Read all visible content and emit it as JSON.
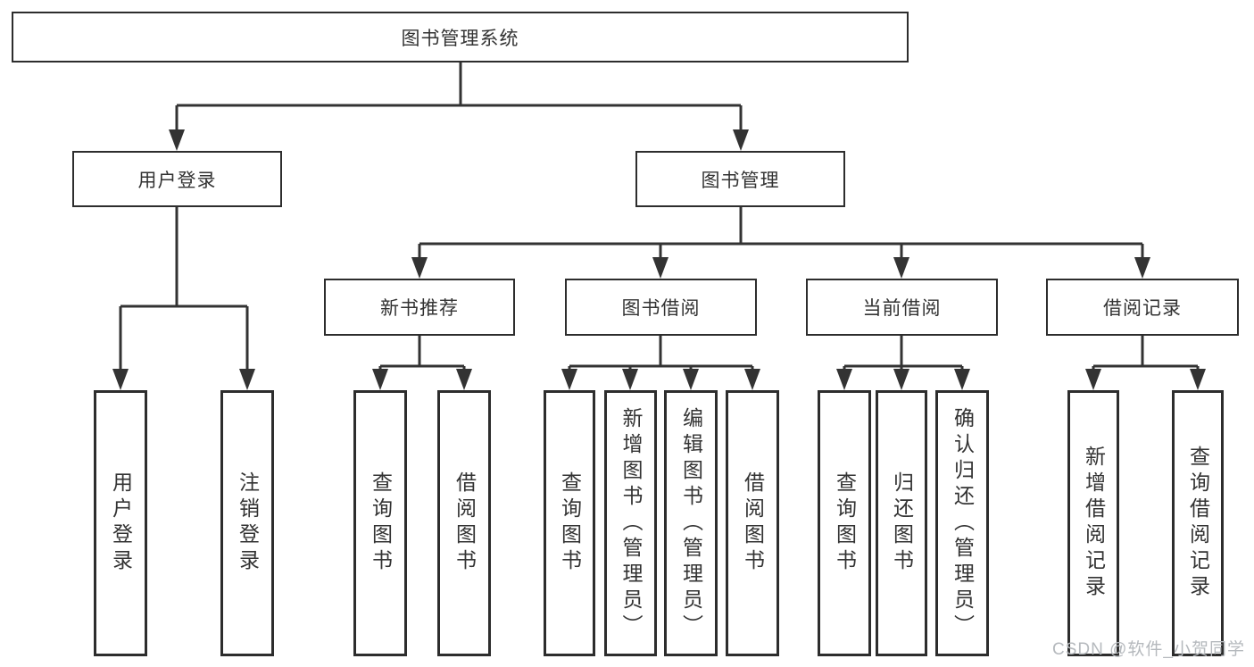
{
  "title": {
    "label": "图书管理系统"
  },
  "level2": [
    {
      "label": "用户登录"
    },
    {
      "label": "图书管理"
    }
  ],
  "level3": [
    {
      "label": "新书推荐"
    },
    {
      "label": "图书借阅"
    },
    {
      "label": "当前借阅"
    },
    {
      "label": "借阅记录"
    }
  ],
  "leaves": [
    {
      "label": "用户登录"
    },
    {
      "label": "注销登录"
    },
    {
      "label": "查询图书"
    },
    {
      "label": "借阅图书"
    },
    {
      "label": "查询图书"
    },
    {
      "label": "新增图书（管理员）"
    },
    {
      "label": "编辑图书（管理员）"
    },
    {
      "label": "借阅图书"
    },
    {
      "label": "查询图书"
    },
    {
      "label": "归还图书"
    },
    {
      "label": "确认归还（管理员）"
    },
    {
      "label": "新增借阅记录"
    },
    {
      "label": "查询借阅记录"
    }
  ],
  "watermark": {
    "label": "CSDN @软件_小贺同学"
  },
  "colors": {
    "line": "#333333",
    "border": "#2d2d2d",
    "text": "#333333",
    "watermark": "#b5b9bd",
    "background": "#ffffff"
  }
}
